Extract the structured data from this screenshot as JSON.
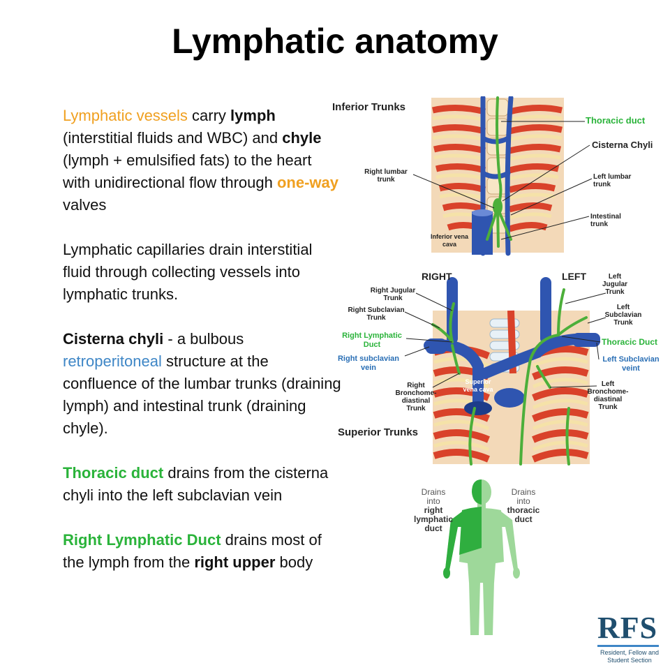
{
  "title": "Lymphatic anatomy",
  "paragraphs": {
    "p1": {
      "s1": "Lymphatic vessels",
      "s2": " carry ",
      "s3": "lymph",
      "s4": " (interstitial fluids and WBC) and ",
      "s5": "chyle",
      "s6": " (lymph + emulsified fats) to the heart with unidirectional flow through ",
      "s7": "one-way",
      "s8": " valves"
    },
    "p2": {
      "s1": "Lymphatic capillaries drain interstitial fluid through collecting vessels into lymphatic trunks."
    },
    "p3": {
      "s1": "Cisterna chyli",
      "s2": " - a bulbous ",
      "s3": "retroperitoneal",
      "s4": " structure at the confluence of the lumbar trunks (draining lymph) and intestinal trunk (draining chyle)."
    },
    "p4": {
      "s1": "Thoracic duct",
      "s2": " drains from the cisterna chyli into the left subclavian vein"
    },
    "p5": {
      "s1": "Right Lymphatic Duct",
      "s2": " drains most of the lymph from the ",
      "s3": "right upper",
      "s4": " body"
    }
  },
  "figure_inferior": {
    "heading": "Inferior Trunks",
    "labels": {
      "thoracic_duct": "Thoracic duct",
      "cisterna_chyli": "Cisterna Chyli",
      "right_lumbar": "Right lumbar trunk",
      "left_lumbar": "Left lumbar trunk",
      "intestinal": "Intestinal trunk",
      "ivc": "Inferior vena cava"
    }
  },
  "figure_superior": {
    "right": "RIGHT",
    "left": "LEFT",
    "heading": "Superior Trunks",
    "labels": {
      "right_jugular": "Right Jugular Trunk",
      "right_subclavian_trunk": "Right Subclavian Trunk",
      "right_lymphatic_duct": "Right Lymphatic Duct",
      "right_subclavian_vein": "Right subclavian vein",
      "right_broncho": "Right Bronchome-diastinal Trunk",
      "svc": "Superior vena cava",
      "left_jugular": "Left Jugular Trunk",
      "left_subclavian_trunk": "Left Subclavian Trunk",
      "thoracic_duct": "Thoracic Duct",
      "left_subclavian_vein": "Left Subclavian veint",
      "left_broncho": "Left Bronchome-diastinal Trunk"
    }
  },
  "figure_body": {
    "right_label": {
      "l1": "Drains",
      "l2": "into",
      "l3": "right",
      "l4": "lymphatic",
      "l5": "duct"
    },
    "left_label": {
      "l1": "Drains",
      "l2": "into",
      "l3": "thoracic",
      "l4": "duct"
    }
  },
  "logo": {
    "text": "RFS",
    "sub1": "Resident, Fellow and",
    "sub2": "Student Section"
  },
  "colors": {
    "orange": "#f0a020",
    "green": "#2ab33a",
    "blue": "#3e86c6",
    "vein_blue": "#2f55b0",
    "lymph_green": "#4caf3a",
    "brand": "#1f4e6e"
  }
}
